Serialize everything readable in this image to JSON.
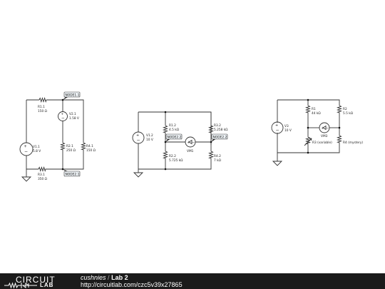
{
  "circuit1": {
    "v1": {
      "name": "V1.1",
      "value": "5.8 V"
    },
    "r1": {
      "name": "R1.1",
      "value": "150 Ω"
    },
    "v2": {
      "name": "V2.1",
      "value": "1.58 V"
    },
    "r2": {
      "name": "R2.1",
      "value": "250 Ω"
    },
    "r3": {
      "name": "R3.1",
      "value": "350 Ω"
    },
    "r4": {
      "name": "R4.1",
      "value": "150 Ω"
    },
    "node_top": "NODE1.1",
    "node_bottom": "NODE2.1"
  },
  "circuit2": {
    "v1": {
      "name": "V1.2",
      "value": "10 V"
    },
    "r1": {
      "name": "R1.2",
      "value": "4.5 kΩ"
    },
    "r2": {
      "name": "R2.2",
      "value": "5.725 kΩ"
    },
    "r3": {
      "name": "R3.2",
      "value": "5.258 kΩ"
    },
    "r4": {
      "name": "R4.2",
      "value": "7 kΩ"
    },
    "vm": "VM1",
    "node_left": "NODE2.2",
    "node_right": "NODE2.2"
  },
  "circuit3": {
    "v3": {
      "name": "V3",
      "value": "10 V"
    },
    "r1": {
      "name": "R1",
      "value": "44 kΩ"
    },
    "r2": {
      "name": "R2",
      "value": "5.5 kΩ"
    },
    "r3": {
      "name": "R3 (variable)"
    },
    "r4": {
      "name": "R4 (mystery)"
    },
    "vm": "VM3"
  },
  "footer": {
    "logo_word1": "CIRCUIT",
    "logo_word2": "LAB",
    "author": "cushnies",
    "separator": "/",
    "title": "Lab 2",
    "url": "http://circuitlab.com/czc5v39x27865"
  }
}
